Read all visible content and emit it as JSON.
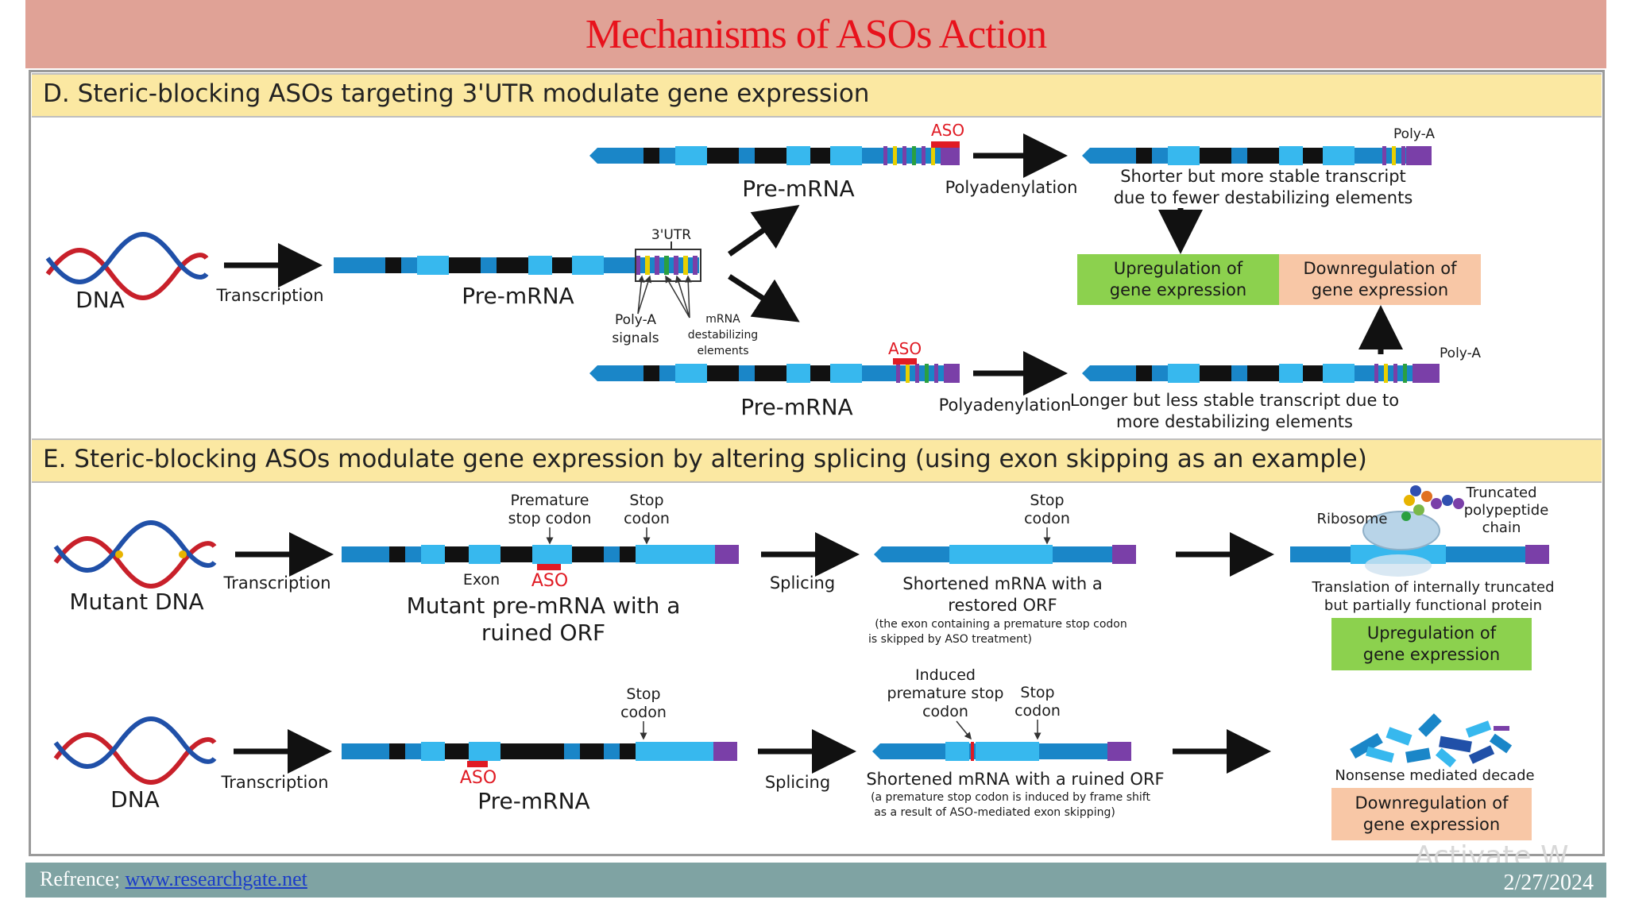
{
  "slide": {
    "title": "Mechanisms of ASOs Action",
    "footer_prefix": "Refrence; ",
    "footer_link": "www.researchgate.net",
    "date": "2/27/2024",
    "watermark": "Activate W"
  },
  "colors": {
    "title_bar": "#e0a296",
    "title_text": "#e8121c",
    "section_header": "#fbe8a2",
    "mrna_blue": "#1a86c8",
    "exon_light": "#37b8ee",
    "intron": "#111111",
    "aso_red": "#e01b24",
    "up_box": "#8cd14e",
    "down_box": "#f8c7a6",
    "polyA_purple": "#7a3fa8"
  },
  "sectionD": {
    "header": "D. Steric-blocking ASOs targeting 3'UTR modulate gene expression",
    "dna": "DNA",
    "transcription": "Transcription",
    "premrna_main": "Pre-mRNA",
    "utr": "3'UTR",
    "polya_signals_1": "Poly-A",
    "polya_signals_2": "signals",
    "destab_1": "mRNA",
    "destab_2": "destabilizing",
    "destab_3": "elements",
    "aso_top": "ASO",
    "premrna_top": "Pre-mRNA",
    "polyadenylation_top": "Polyadenylation",
    "polya_top": "Poly-A",
    "shorter_1": "Shorter but more stable transcript",
    "shorter_2": "due to fewer destabilizing elements",
    "up_1": "Upregulation of",
    "up_2": "gene expression",
    "down_1": "Downregulation of",
    "down_2": "gene expression",
    "aso_bottom": "ASO",
    "premrna_bottom": "Pre-mRNA",
    "polyadenylation_bottom": "Polyadenylation",
    "polya_bottom": "Poly-A",
    "longer_1": "Longer but less stable transcript due to",
    "longer_2": "more destabilizing elements"
  },
  "sectionE": {
    "header": "E. Steric-blocking ASOs modulate gene expression by altering splicing (using exon skipping as an example)",
    "mutant_dna": "Mutant DNA",
    "transcription_1": "Transcription",
    "premature_1": "Premature",
    "premature_2": "stop codon",
    "stop_a1": "Stop",
    "stop_a2": "codon",
    "exon": "Exon",
    "aso_1": "ASO",
    "mutant_pre_1": "Mutant pre-mRNA with a",
    "mutant_pre_2": "ruined ORF",
    "splicing_1": "Splicing",
    "stop_b1": "Stop",
    "stop_b2": "codon",
    "shortened_1a": "Shortened mRNA with a",
    "shortened_1b": "restored ORF",
    "shortened_note_1": "(the exon containing a premature stop codon",
    "shortened_note_2": "is skipped by ASO treatment)",
    "ribosome": "Ribosome",
    "truncated_1": "Truncated",
    "truncated_2": "polypeptide",
    "truncated_3": "chain",
    "translation_1": "Translation of internally truncated",
    "translation_2": "but partially functional protein",
    "up_1": "Upregulation of",
    "up_2": "gene expression",
    "dna": "DNA",
    "transcription_2": "Transcription",
    "stop_c1": "Stop",
    "stop_c2": "codon",
    "aso_2": "ASO",
    "pre_mrna": "Pre-mRNA",
    "splicing_2": "Splicing",
    "induced_1": "Induced",
    "induced_2": "premature stop",
    "induced_3": "codon",
    "stop_d1": "Stop",
    "stop_d2": "codon",
    "shortened_2": "Shortened mRNA with a ruined ORF",
    "shortened_note_3": "(a premature stop codon is induced by frame shift",
    "shortened_note_4": "as a result of ASO-mediated exon skipping)",
    "nmd": "Nonsense mediated decade",
    "down_1": "Downregulation of",
    "down_2": "gene expression"
  }
}
